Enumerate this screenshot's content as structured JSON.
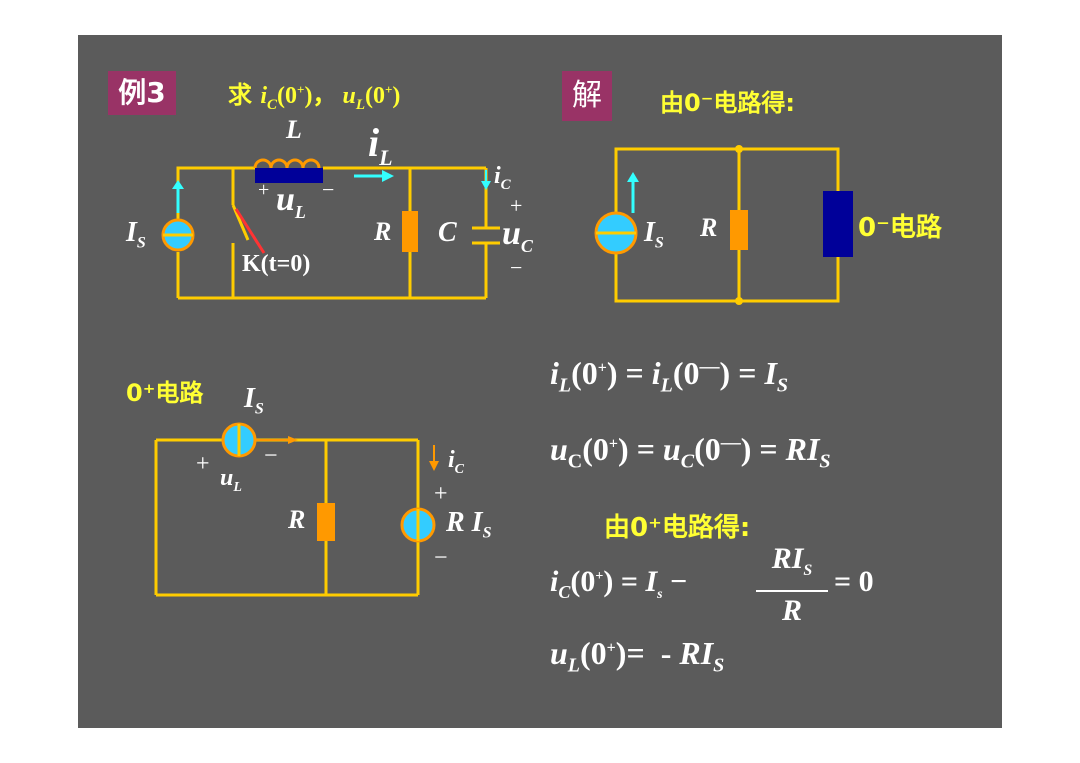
{
  "example_badge": "例3",
  "question": {
    "prefix": "求 ",
    "ic": "i",
    "ic_sub": "C",
    "ic_arg": "(0",
    "ic_sup": "+",
    "ic_close": ")",
    "sep": "，",
    "ul": "u",
    "ul_sub": "L",
    "ul_arg": "(0",
    "ul_sup": "+",
    "ul_close": ")"
  },
  "solution_badge": "解",
  "from_0minus": "由0⁻电路得:",
  "from_0plus": "由0⁺电路得:",
  "circuit1": {
    "L": "L",
    "iL": "i",
    "iL_sub": "L",
    "iC": "i",
    "iC_sub": "C",
    "plus": "+",
    "minus": "−",
    "uL": "u",
    "uL_sub": "L",
    "IS": "I",
    "IS_sub": "S",
    "switch": "K(t=0)",
    "R": "R",
    "C": "C",
    "uC": "u",
    "uC_sub": "C"
  },
  "circuit2": {
    "IS": "I",
    "IS_sub": "S",
    "R": "R",
    "box_label": "0⁻电路"
  },
  "circuit3": {
    "title": "0⁺电路",
    "IS": "I",
    "IS_sub": "S",
    "uL": "u",
    "uL_sub": "L",
    "plus": "+",
    "minus": "−",
    "R": "R",
    "iC": "i",
    "iC_sub": "C",
    "src_label": "R I",
    "src_sub": "S"
  },
  "equations": {
    "eq1": "i_L(0⁺) = i_L(0⁻) = I_S",
    "eq2": "u_C(0⁺) = u_C(0⁻) = RI_S",
    "eq3_left": "i_C(0⁺) = I_s −",
    "eq3_num": "RI_S",
    "eq3_den": "R",
    "eq3_right": "= 0",
    "eq4": "u_L(0⁺)= - RI_S"
  },
  "colors": {
    "background": "#5b5b5b",
    "wire": "#ffcc00",
    "source": "#33ccff",
    "resistor": "#ff9900",
    "inductor": "#000099",
    "badge": "#993366",
    "text_yellow": "#ffff33",
    "arrow": "#33ffff"
  }
}
